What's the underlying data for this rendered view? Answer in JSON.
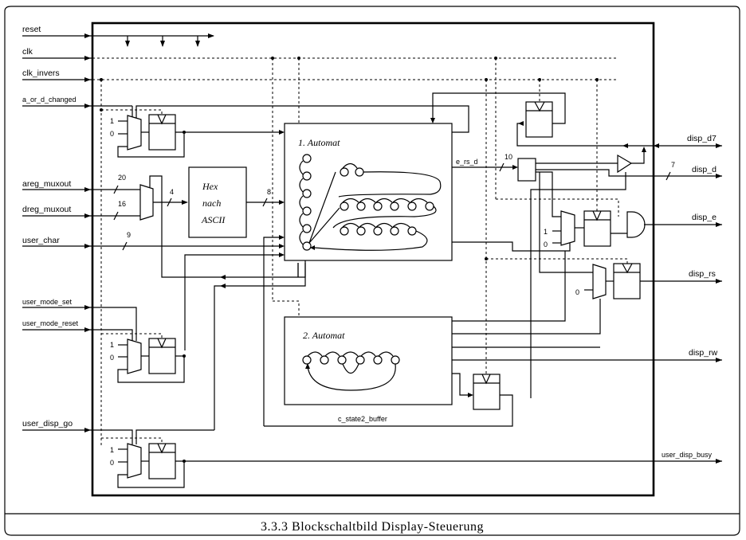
{
  "caption": "3.3.3 Blockschaltbild Display-Steuerung",
  "inputs": {
    "reset": "reset",
    "clk": "clk",
    "clk_invers": "clk_invers",
    "a_or_d_changed": "a_or_d_changed",
    "areg_muxout": "areg_muxout",
    "dreg_muxout": "dreg_muxout",
    "user_char": "user_char",
    "user_mode_set": "user_mode_set",
    "user_mode_reset": "user_mode_reset",
    "user_disp_go": "user_disp_go"
  },
  "outputs": {
    "disp_d7": "disp_d7",
    "disp_d": "disp_d",
    "disp_e": "disp_e",
    "disp_rs": "disp_rs",
    "disp_rw": "disp_rw",
    "user_disp_busy": "user_disp_busy"
  },
  "bus_widths": {
    "areg": "20",
    "dreg": "16",
    "hex_out": "4",
    "ascii_out": "8",
    "user_char": "9",
    "e_rs_d": "10",
    "disp_d": "7"
  },
  "mux_inputs": {
    "one": "1",
    "zero": "0"
  },
  "blocks": {
    "hex_line1": "Hex",
    "hex_line2": "nach",
    "hex_line3": "ASCII",
    "automat1": "1. Automat",
    "automat2": "2. Automat"
  },
  "nets": {
    "e_rs_d": "e_rs_d",
    "c_state2_buffer": "c_state2_buffer"
  }
}
